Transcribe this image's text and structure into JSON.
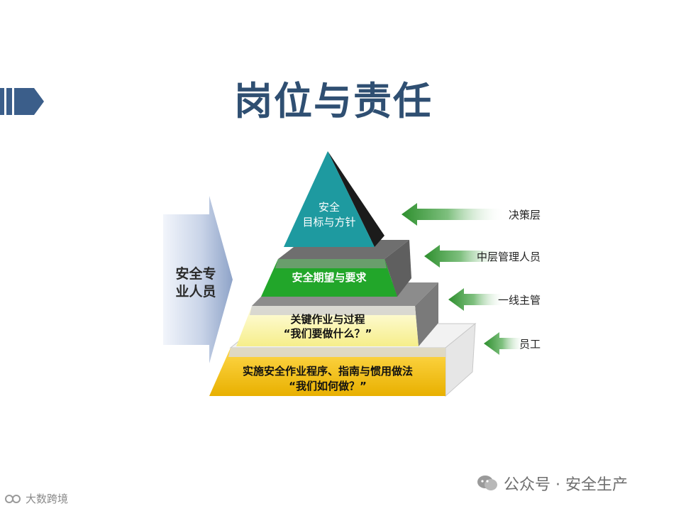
{
  "title": "岗位与责任",
  "side_label": {
    "line1": "安全专",
    "line2": "业人员"
  },
  "pyramid": {
    "tier1": {
      "line1": "安全",
      "line2": "目标与方针"
    },
    "tier2": {
      "line1": "安全期望与要求"
    },
    "tier3": {
      "line1": "关键作业与过程",
      "line2": "“我们要做什么？”"
    },
    "tier4": {
      "line1": "实施安全作业程序、指南与惯用做法",
      "line2": "“我们如何做？”"
    }
  },
  "levels": [
    "决策层",
    "中层管理人员",
    "一线主管",
    "员工"
  ],
  "watermark_left": "大数跨境",
  "watermark_right": "公众号 · 安全生产",
  "colors": {
    "title": "#2f4f72",
    "teal": "#1e9aa0",
    "green": "#22a62a",
    "pale_yellow": "#fbf6a8",
    "gold": "#f4c21c",
    "arrow_green": "#2e8f2e"
  }
}
